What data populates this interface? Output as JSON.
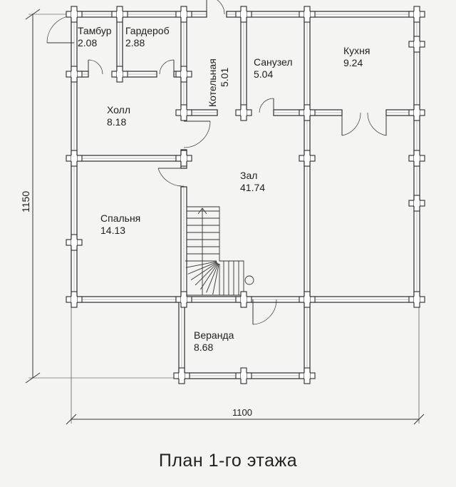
{
  "rooms": {
    "tambur": {
      "name": "Тамбур",
      "area": "2.08"
    },
    "garderob": {
      "name": "Гардероб",
      "area": "2.88"
    },
    "kotelnaya": {
      "name": "Котельная",
      "area": "5.01"
    },
    "sanuzel": {
      "name": "Санузел",
      "area": "5.04"
    },
    "kuhnya": {
      "name": "Кухня",
      "area": "9.24"
    },
    "holl": {
      "name": "Холл",
      "area": "8.18"
    },
    "zal": {
      "name": "Зал",
      "area": "41.74"
    },
    "spalnya": {
      "name": "Спальня",
      "area": "14.13"
    },
    "veranda": {
      "name": "Веранда",
      "area": "8.68"
    }
  },
  "dimensions": {
    "height": "1150",
    "width": "1100"
  },
  "caption": "План 1-го этажа"
}
